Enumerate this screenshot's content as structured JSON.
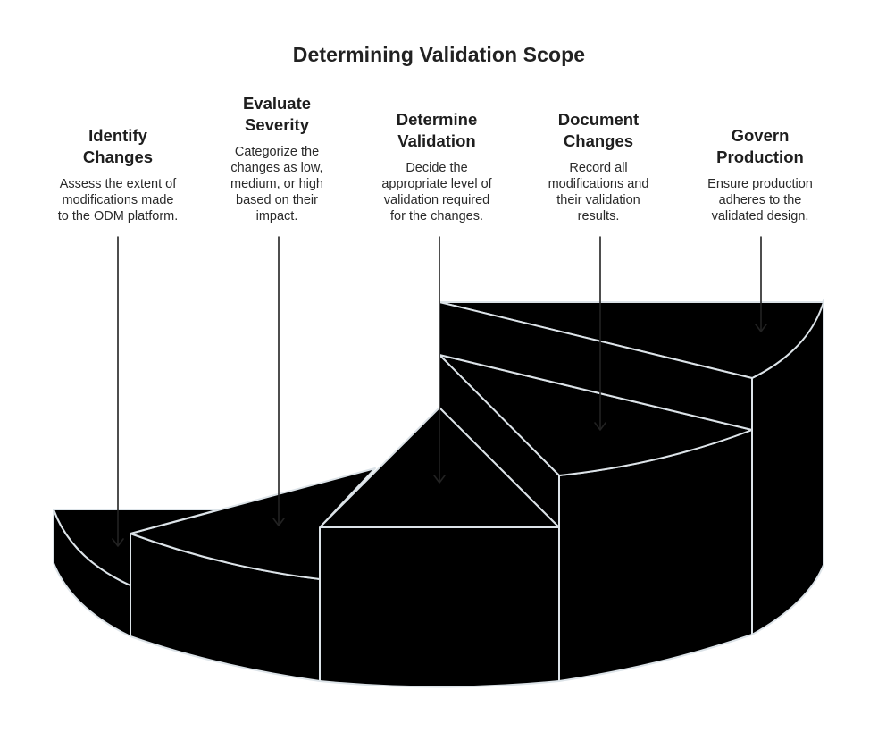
{
  "title": "Determining Validation Scope",
  "colors": {
    "step_fill": "#000000",
    "edge_stroke": "#dce3e8",
    "arrow": "#222222"
  },
  "steps": [
    {
      "title_line1": "Identify",
      "title_line2": "Changes",
      "desc": [
        "Assess the extent of",
        "modifications made",
        "to the ODM platform."
      ]
    },
    {
      "title_line1": "Evaluate",
      "title_line2": "Severity",
      "desc": [
        "Categorize the",
        "changes as low,",
        "medium, or high",
        "based on their",
        "impact."
      ]
    },
    {
      "title_line1": "Determine",
      "title_line2": "Validation",
      "desc": [
        "Decide the",
        "appropriate level of",
        "validation required",
        "for the changes."
      ]
    },
    {
      "title_line1": "Document",
      "title_line2": "Changes",
      "desc": [
        "Record all",
        "modifications and",
        "their validation",
        "results."
      ]
    },
    {
      "title_line1": "Govern",
      "title_line2": "Production",
      "desc": [
        "Ensure production",
        "adheres to the",
        "validated design."
      ]
    }
  ]
}
